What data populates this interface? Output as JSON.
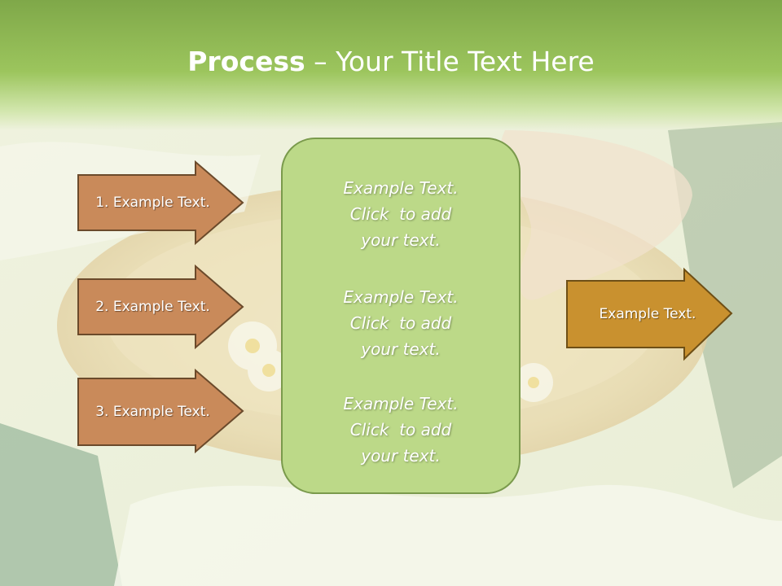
{
  "title": {
    "bold": "Process",
    "dash": " – ",
    "rest": "Your Title Text Here"
  },
  "left_arrows": [
    {
      "label": "1. Example Text."
    },
    {
      "label": "2. Example Text."
    },
    {
      "label": "3. Example Text."
    }
  ],
  "center_box": {
    "blocks": [
      {
        "line1": "Example Text.",
        "line2": "Click  to add",
        "line3": "your text."
      },
      {
        "line1": "Example Text.",
        "line2": "Click  to add",
        "line3": "your text."
      },
      {
        "line1": "Example Text.",
        "line2": "Click  to add",
        "line3": "your text."
      }
    ]
  },
  "right_arrow": {
    "label": "Example Text."
  },
  "colors": {
    "title_green": "#8fbb52",
    "left_arrow_fill": "#c98a5a",
    "left_arrow_stroke": "#6b4a2b",
    "center_fill": "#bcd988",
    "right_arrow_fill": "#c9912f"
  }
}
